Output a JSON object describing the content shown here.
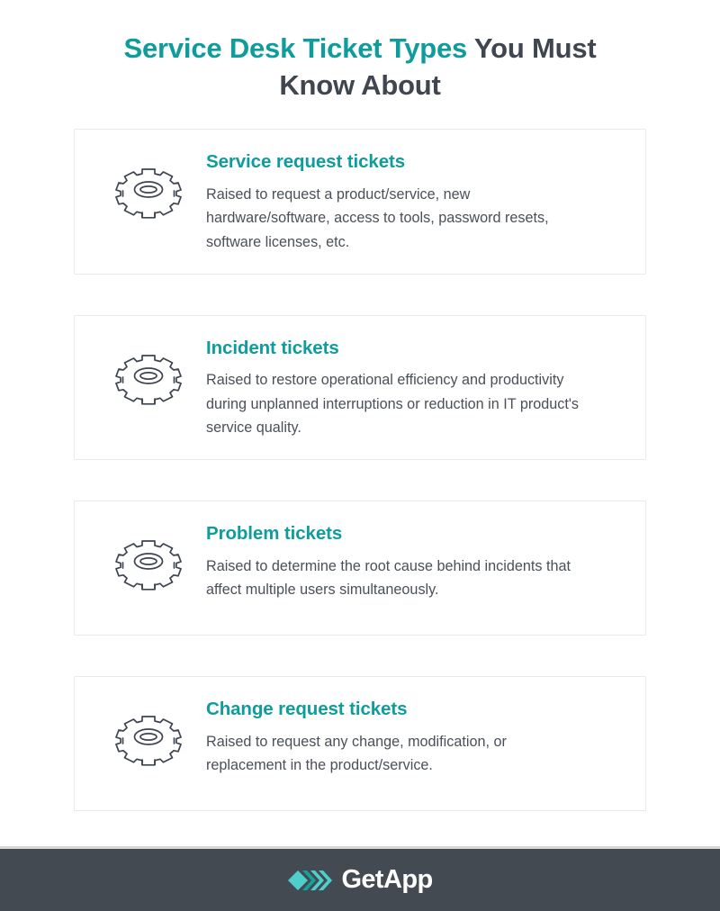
{
  "title": {
    "accent_text": "Service Desk Ticket Types",
    "rest_text": " You Must Know About"
  },
  "colors": {
    "accent_teal": "#0e9c9c",
    "logo_light_teal": "#4ecfcb",
    "logo_dark_teal": "#0e9c9c",
    "heading_dark": "#3f464f",
    "body_text": "#4a5058",
    "card_border": "#eaeaea",
    "footer_bg": "#434a52",
    "page_bg": "#ffffff"
  },
  "cards": [
    {
      "icon": "gear-icon",
      "title": "Service request tickets",
      "description": "Raised to request a product/service, new hardware/software, access to tools, password resets, software licenses, etc."
    },
    {
      "icon": "gear-icon",
      "title": "Incident tickets",
      "description": "Raised to restore operational efficiency and productivity during unplanned interruptions or reduction in IT product's service quality."
    },
    {
      "icon": "gear-icon",
      "title": "Problem tickets",
      "description": "Raised to determine the root cause behind incidents that affect multiple users simultaneously."
    },
    {
      "icon": "gear-icon",
      "title": "Change request tickets",
      "description": "Raised to request any change, modification, or replacement in the product/service."
    }
  ],
  "footer": {
    "logo_icon": "getapp-logo-icon",
    "logo_text": "GetApp"
  }
}
